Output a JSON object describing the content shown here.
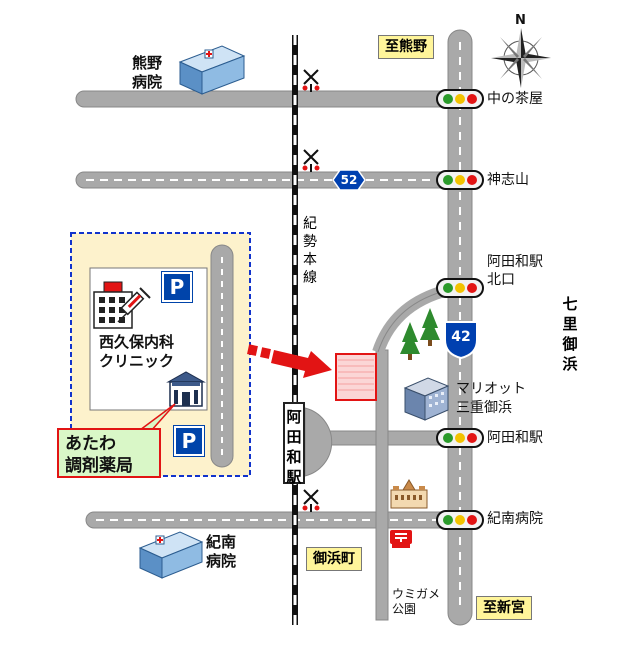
{
  "compass": {
    "north": "N"
  },
  "destinations": {
    "north": "至熊野",
    "south": "至新宮"
  },
  "intersections": [
    "中の茶屋",
    "神志山",
    "阿田和駅北口",
    "阿田和駅",
    "紀南病院"
  ],
  "railway": {
    "name": "紀勢本線",
    "station": "阿田和駅"
  },
  "route_shields": {
    "national": "42",
    "prefectural": "52"
  },
  "landmarks": {
    "kumano_hospital": "熊野病院",
    "kinan_hospital": "紀南病院",
    "marriott": "マリオット三重御浜",
    "umigame_park": "ウミガメ公園",
    "mihama_town": "御浜町",
    "coast": "七里御浜"
  },
  "clinic": {
    "name_line1": "西久保内科",
    "name_line2": "クリニック",
    "parking": "P"
  },
  "pharmacy": {
    "line1": "あたわ",
    "line2": "調剤薬局"
  },
  "colors": {
    "road": "#a9a9a9",
    "target": "#e21414",
    "accent": "#0044aa",
    "sign": "#fff59a"
  }
}
